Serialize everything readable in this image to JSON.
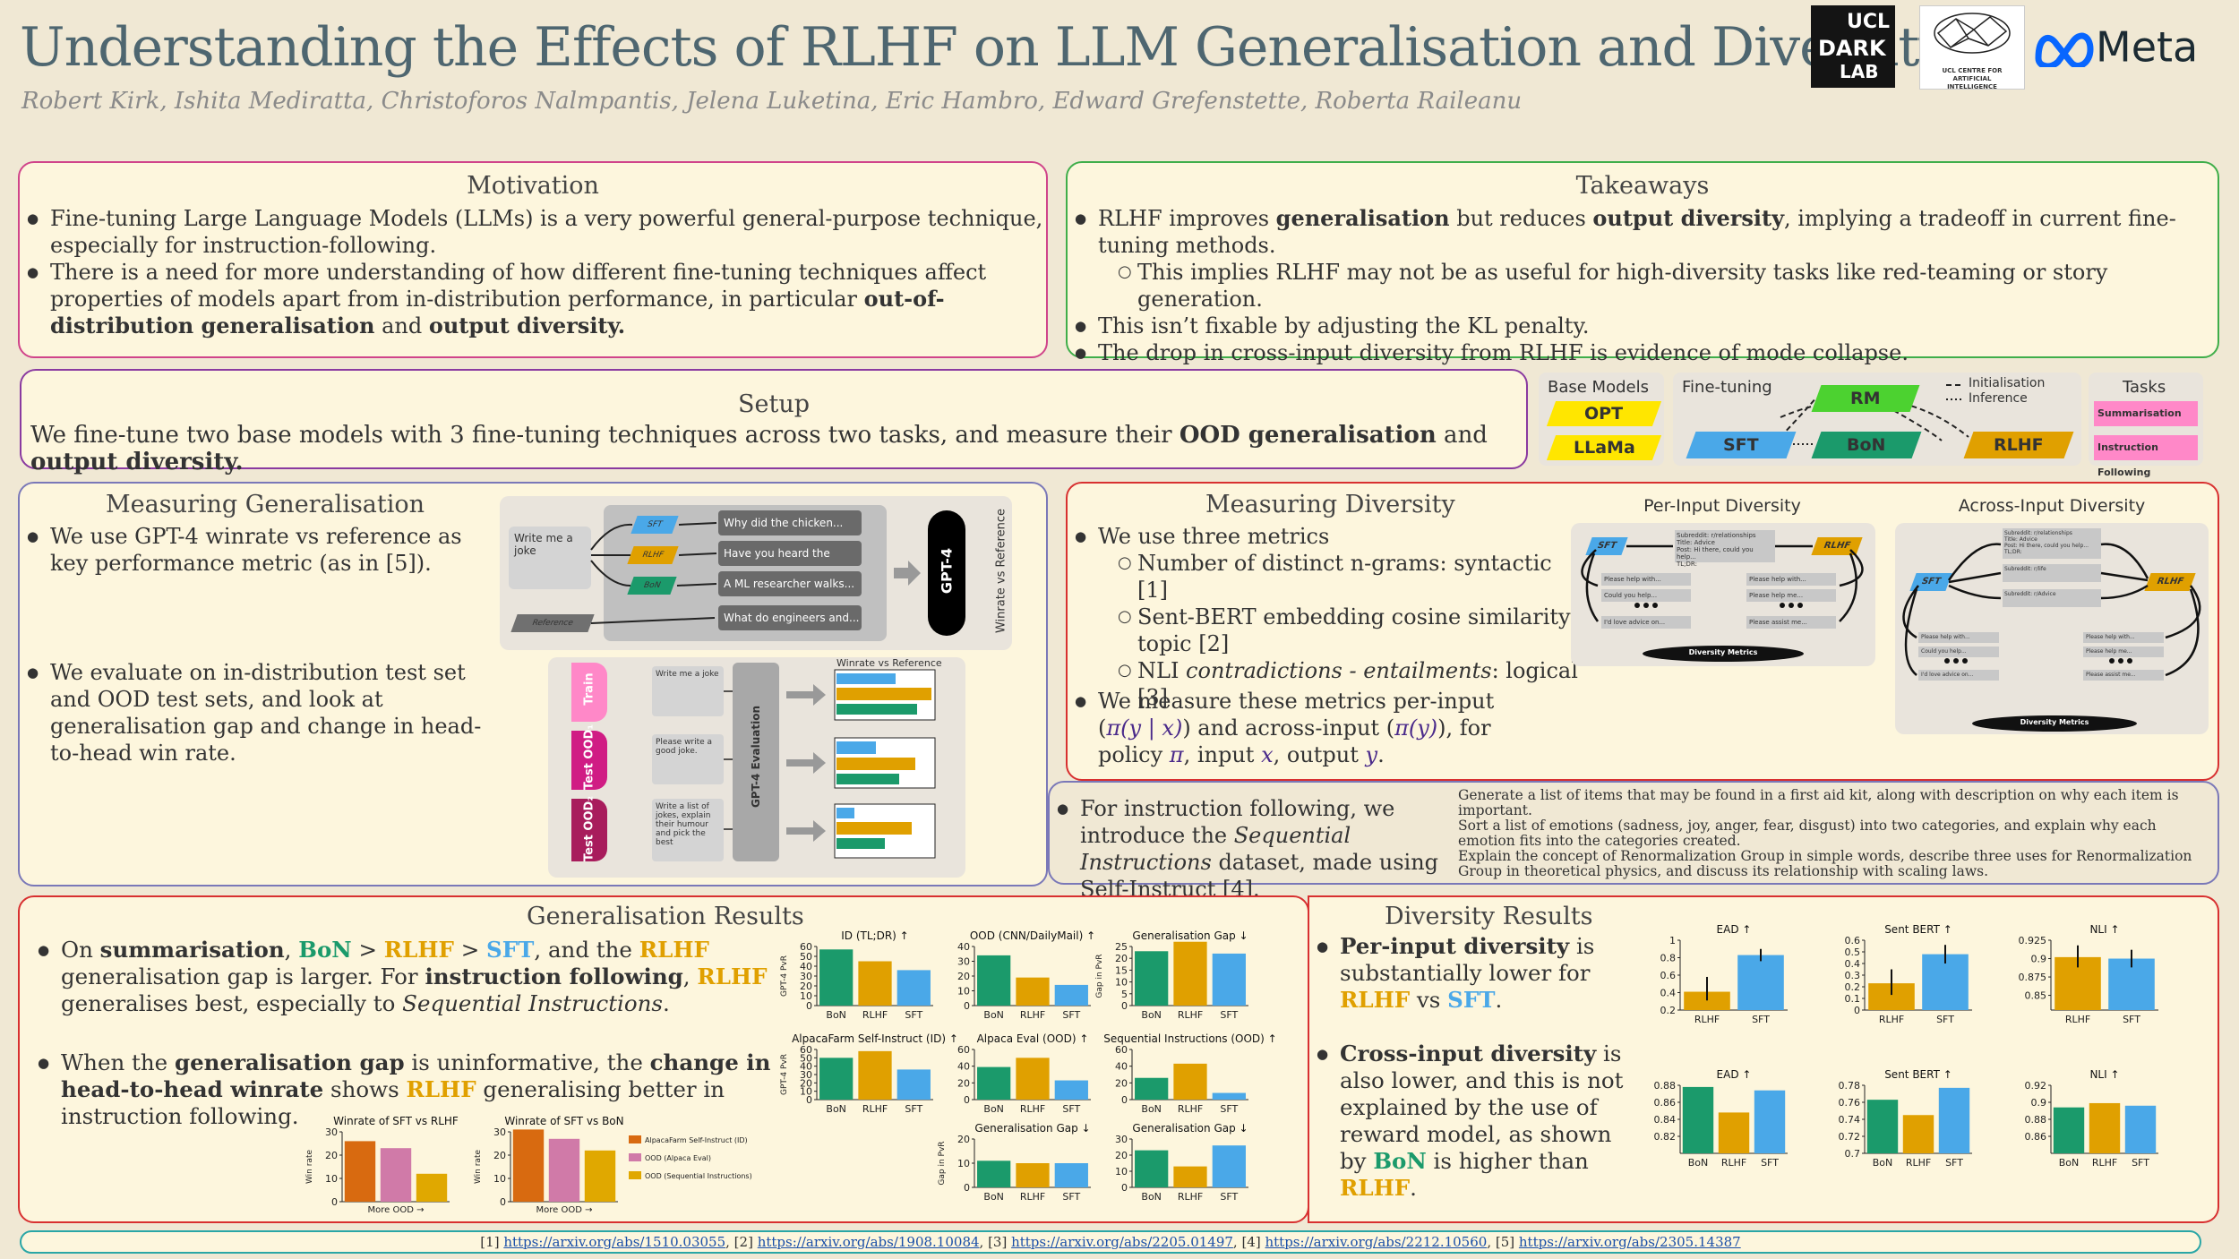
{
  "header": {
    "title": "Understanding the Effects of RLHF on LLM Generalisation and Diversity",
    "authors": "Robert Kirk, Ishita Mediratta, Christoforos Nalmpantis, Jelena Luketina, Eric Hambro, Edward Grefenstette, Roberta Raileanu",
    "logos": {
      "ucl1": "UCL",
      "ucl2": "DARK",
      "ucl3": "LAB",
      "ai_centre": "UCL CENTRE FOR ARTIFICIAL INTELLIGENCE",
      "meta": "Meta"
    }
  },
  "motivation": {
    "title": "Motivation",
    "b1": "Fine-tuning Large Language Models (LLMs) is a very powerful general-purpose technique, especially for instruction-following.",
    "b2a": "There is a need for more understanding of how different fine-tuning techniques affect properties of models apart from in-distribution performance, in particular ",
    "b2b": "out-of-distribution generalisation",
    "b2c": " and ",
    "b2d": "output diversity."
  },
  "takeaways": {
    "title": "Takeaways",
    "b1a": "RLHF improves ",
    "b1b": "generalisation",
    "b1c": " but reduces ",
    "b1d": "output diversity",
    "b1e": ", implying a tradeoff in current fine-tuning methods.",
    "s1": "This implies RLHF may not be as useful for high-diversity tasks like red-teaming or story generation.",
    "b2": "This isn’t fixable by adjusting the KL penalty.",
    "b3": "The drop in cross-input diversity from RLHF is evidence of mode collapse."
  },
  "setup": {
    "title": "Setup",
    "t1": "We fine-tune two base models with 3 fine-tuning techniques across two tasks, and measure their ",
    "t2": "OOD generalisation",
    "t3": " and ",
    "t4": "output diversity.",
    "diagram": {
      "base_models": "Base Models",
      "opt": "OPT",
      "llama": "LLaMa",
      "finetuning": "Fine-tuning",
      "rm": "RM",
      "sft": "SFT",
      "bon": "BoN",
      "rlhf": "RLHF",
      "legend1": "Initialisation",
      "legend2": "Inference",
      "tasks": "Tasks",
      "task1": "Summarisation",
      "task2": "Instruction Following"
    }
  },
  "gen": {
    "title": "Measuring Generalisation",
    "b1": "We use GPT-4 winrate vs reference as key performance metric (as in [5]).",
    "b2": "We evaluate on in-distribution test set and OOD test sets, and look at generalisation gap and change in head-to-head win rate.",
    "fig1": {
      "prompt": "Write me a joke",
      "sft": "SFT",
      "rlhf": "RLHF",
      "bon": "BoN",
      "ref": "Reference",
      "o1": "Why did the chicken...",
      "o2": "Have you heard the one...",
      "o3": "A ML researcher walks...",
      "o4": "What do engineers and...",
      "gpt4": "GPT-4",
      "wvr": "Winrate vs Reference"
    },
    "fig2": {
      "train": "Train",
      "ood1": "Test OOD₁",
      "ood2": "Test OOD₂",
      "p1": "Write me a joke",
      "p2": "Please write a good joke.",
      "p3": "Write a list of jokes, explain their humour and pick the best",
      "eval": "GPT-4 Evaluation",
      "wvr": "Winrate vs Reference"
    }
  },
  "div": {
    "title": "Measuring Diversity",
    "b1": "We use three metrics",
    "s1": "Number of distinct n-grams:  syntactic [1]",
    "s2": "Sent-BERT embedding cosine similarity: topic [2]",
    "s3a": "NLI ",
    "s3b": "contradictions - entailments",
    "s3c": ": logical [3]",
    "b2a": "We measure these metrics per-input (",
    "b2b": "π(y | x)",
    "b2c": ") and across-input (",
    "b2d": "π(y)",
    "b2e": "), for policy ",
    "b2f": "π",
    "b2g": ", input ",
    "b2h": "x",
    "b2i": ", output ",
    "b2j": "y",
    "b2k": ".",
    "fig_pi": "Per-Input Diversity",
    "fig_ai": "Across-Input Diversity",
    "dm": "Diversity Metrics",
    "sft": "SFT",
    "rlhf": "RLHF",
    "lines": [
      "Subreddit: r/relationships",
      "Title: Advice",
      "Post: Hi there, could you help...",
      "TL;DR:",
      "Please help with...",
      "Could you help...",
      "I'd love advice on...",
      "Please help me...",
      "Please assist me...",
      "Subreddit: r/life",
      "Subreddit: r/Advice"
    ]
  },
  "seq": {
    "b1a": "For instruction following, we introduce the ",
    "b1b": "Sequential Instructions",
    "b1c": " dataset, made using Self-Instruct [4].",
    "ex1": "Generate a list of items that may be found in a first aid kit, along with description on why each item is important.",
    "ex2": "Sort a list of emotions (sadness, joy, anger, fear, disgust) into two categories, and explain why each emotion fits into the categories created.",
    "ex3": "Explain the concept of Renormalization Group in simple words, describe three uses for Renormalization Group in theoretical physics, and discuss its relationship with scaling laws."
  },
  "genres": {
    "title": "Generalisation Results",
    "b1a": "On ",
    "b1b": "summarisation",
    "b1c": ", ",
    "b1d": "BoN",
    "b1e": " > ",
    "b1f": "RLHF",
    "b1g": " > ",
    "b1h": "SFT",
    "b1i": ", and the ",
    "b1j": "RLHF",
    "b1k": " generalisation gap is larger. For ",
    "b1l": "instruction following",
    "b1m": ", ",
    "b1n": "RLHF",
    "b1o": " generalises best, especially to ",
    "b1p": "Sequential Instructions",
    "b1q": ".",
    "b2a": "When the ",
    "b2b": "generalisation gap",
    "b2c": " is uninformative, the ",
    "b2d": "change in head-to-head winrate",
    "b2e": " shows ",
    "b2f": "RLHF",
    "b2g": " generalising better in instruction following."
  },
  "divres": {
    "title": "Diversity Results",
    "b1a": "Per-input diversity",
    "b1b": " is substantially lower for ",
    "b1c": "RLHF",
    "b1d": " vs ",
    "b1e": "SFT",
    "b1f": ".",
    "b2a": "Cross-input diversity",
    "b2b": " is also lower, and this is not explained by the use of reward model, as shown by ",
    "b2c": "BoN",
    "b2d": " is higher than ",
    "b2e": "RLHF",
    "b2f": "."
  },
  "colors": {
    "bon": "#1b9a6b",
    "rlhf": "#e0a000",
    "sft": "#4aa8e8",
    "orange": "#d86a10",
    "pink": "#d07aa8",
    "gold": "#e0a800"
  },
  "chart_data": [
    {
      "type": "bar",
      "title": "ID (TL;DR) ↑",
      "ylabel": "GPT-4 PvR",
      "categories": [
        "BoN",
        "RLHF",
        "SFT"
      ],
      "values": [
        57,
        45,
        36
      ],
      "ylim": [
        0,
        60
      ],
      "yticks": [
        0,
        10,
        20,
        30,
        40,
        50,
        60
      ]
    },
    {
      "type": "bar",
      "title": "OOD (CNN/DailyMail) ↑",
      "categories": [
        "BoN",
        "RLHF",
        "SFT"
      ],
      "values": [
        34,
        19,
        14
      ],
      "ylim": [
        0,
        40
      ],
      "yticks": [
        0,
        10,
        20,
        30,
        40
      ]
    },
    {
      "type": "bar",
      "title": "Generalisation Gap ↓",
      "ylabel": "Gap in PvR",
      "categories": [
        "BoN",
        "RLHF",
        "SFT"
      ],
      "values": [
        23,
        27,
        22
      ],
      "ylim": [
        0,
        25
      ],
      "yticks": [
        0,
        5,
        10,
        15,
        20,
        25
      ]
    },
    {
      "type": "bar",
      "title": "AlpacaFarm Self-Instruct (ID) ↑",
      "ylabel": "GPT-4 PvR",
      "categories": [
        "BoN",
        "RLHF",
        "SFT"
      ],
      "values": [
        50,
        58,
        36
      ],
      "ylim": [
        0,
        60
      ],
      "yticks": [
        0,
        10,
        20,
        30,
        40,
        50,
        60
      ]
    },
    {
      "type": "bar",
      "title": "Alpaca Eval (OOD) ↑",
      "categories": [
        "BoN",
        "RLHF",
        "SFT"
      ],
      "values": [
        39,
        50,
        23
      ],
      "ylim": [
        0,
        60
      ],
      "yticks": [
        0,
        20,
        40,
        60
      ]
    },
    {
      "type": "bar",
      "title": "Sequential Instructions (OOD) ↑",
      "categories": [
        "BoN",
        "RLHF",
        "SFT"
      ],
      "values": [
        26,
        43,
        8
      ],
      "ylim": [
        0,
        60
      ],
      "yticks": [
        0,
        20,
        40,
        60
      ]
    },
    {
      "type": "bar",
      "title": "Generalisation Gap ↓",
      "ylabel": "Gap in PvR",
      "categories": [
        "BoN",
        "RLHF",
        "SFT"
      ],
      "values": [
        11,
        10,
        10
      ],
      "ylim": [
        0,
        20
      ],
      "yticks": [
        0,
        10,
        20
      ]
    },
    {
      "type": "bar",
      "title": "Generalisation Gap ↓",
      "categories": [
        "BoN",
        "RLHF",
        "SFT"
      ],
      "values": [
        23,
        13,
        26
      ],
      "ylim": [
        0,
        30
      ],
      "yticks": [
        0,
        10,
        20,
        30
      ]
    },
    {
      "type": "bar",
      "title": "Winrate of SFT vs RLHF",
      "ylabel": "Win rate",
      "xlabel": "More OOD →",
      "categories": [
        "AlpacaFarm Self-Instruct (ID)",
        "OOD (Alpaca Eval)",
        "OOD (Sequential Instructions)"
      ],
      "values": [
        26,
        23,
        12
      ],
      "ylim": [
        0,
        30
      ],
      "yticks": [
        0,
        10,
        20,
        30
      ]
    },
    {
      "type": "bar",
      "title": "Winrate of SFT vs BoN",
      "ylabel": "Win rate",
      "xlabel": "More OOD →",
      "categories": [
        "AlpacaFarm Self-Instruct (ID)",
        "OOD (Alpaca Eval)",
        "OOD (Sequential Instructions)"
      ],
      "values": [
        31,
        27,
        22
      ],
      "ylim": [
        0,
        30
      ],
      "yticks": [
        0,
        10,
        20,
        30
      ],
      "legend": [
        "AlpacaFarm Self-Instruct (ID)",
        "OOD (Alpaca Eval)",
        "OOD (Sequential Instructions)"
      ]
    },
    {
      "type": "bar",
      "title": "EAD ↑",
      "categories": [
        "RLHF",
        "SFT"
      ],
      "values": [
        0.41,
        0.83
      ],
      "ylim": [
        0.2,
        1.0
      ],
      "yticks": [
        0.2,
        0.4,
        0.6,
        0.8,
        1.0
      ]
    },
    {
      "type": "bar",
      "title": "Sent BERT ↑",
      "categories": [
        "RLHF",
        "SFT"
      ],
      "values": [
        0.23,
        0.48
      ],
      "ylim": [
        0,
        0.6
      ],
      "yticks": [
        0.0,
        0.1,
        0.2,
        0.3,
        0.4,
        0.5,
        0.6
      ]
    },
    {
      "type": "bar",
      "title": "NLI ↑",
      "categories": [
        "RLHF",
        "SFT"
      ],
      "values": [
        0.902,
        0.9
      ],
      "ylim": [
        0.83,
        0.925
      ],
      "yticks": [
        0.85,
        0.875,
        0.9,
        0.925
      ]
    },
    {
      "type": "bar",
      "title": "EAD ↑",
      "categories": [
        "BoN",
        "RLHF",
        "SFT"
      ],
      "values": [
        0.878,
        0.848,
        0.874
      ],
      "ylim": [
        0.8,
        0.88
      ],
      "yticks": [
        0.82,
        0.84,
        0.86,
        0.88
      ]
    },
    {
      "type": "bar",
      "title": "Sent BERT ↑",
      "categories": [
        "BoN",
        "RLHF",
        "SFT"
      ],
      "values": [
        0.763,
        0.745,
        0.777
      ],
      "ylim": [
        0.7,
        0.78
      ],
      "yticks": [
        0.7,
        0.72,
        0.74,
        0.76,
        0.78
      ]
    },
    {
      "type": "bar",
      "title": "NLI ↑",
      "categories": [
        "BoN",
        "RLHF",
        "SFT"
      ],
      "values": [
        0.894,
        0.899,
        0.896
      ],
      "ylim": [
        0.84,
        0.92
      ],
      "yticks": [
        0.86,
        0.88,
        0.9,
        0.92
      ]
    }
  ],
  "refs": [
    {
      "n": "[1]",
      "u": "https://arxiv.org/abs/1510.03055"
    },
    {
      "n": ", [2]",
      "u": "https://arxiv.org/abs/1908.10084"
    },
    {
      "n": ", [3]",
      "u": "https://arxiv.org/abs/2205.01497"
    },
    {
      "n": ", [4]",
      "u": "https://arxiv.org/abs/2212.10560"
    },
    {
      "n": ", [5]",
      "u": "https://arxiv.org/abs/2305.14387"
    }
  ]
}
